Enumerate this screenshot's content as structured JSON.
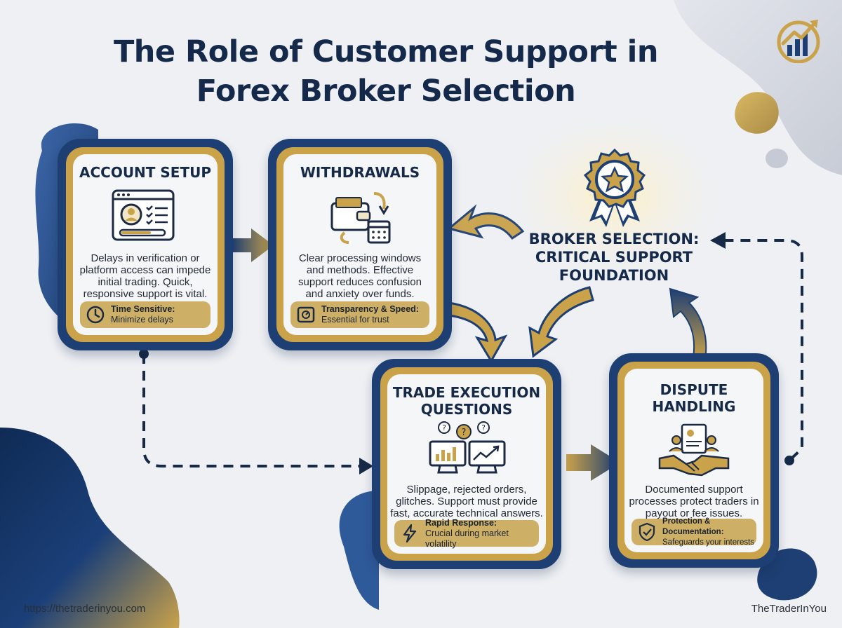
{
  "title": "The Role of Customer Support in Forex Broker Selection",
  "cards": {
    "account_setup": {
      "title": "ACCOUNT SETUP",
      "body": "Delays in verification or platform access can impede initial trading. Quick, responsive support is vital.",
      "badge_title": "Time Sensitive:",
      "badge_sub": "Minimize delays"
    },
    "withdrawals": {
      "title": "WITHDRAWALS",
      "body": "Clear processing windows and methods. Effective support reduces confusion and anxiety over funds.",
      "badge_title": "Transparency & Speed:",
      "badge_sub": "Essential for trust"
    },
    "trade_execution": {
      "title": "TRADE EXECUTION QUESTIONS",
      "body": "Slippage, rejected orders, glitches. Support must provide fast, accurate technical answers.",
      "badge_title": "Rapid Response:",
      "badge_sub": "Crucial during market volatility"
    },
    "dispute_handling": {
      "title": "DISPUTE HANDLING",
      "body": "Documented support processes protect traders in payout or fee issues. Fairness is key.",
      "badge_title": "Protection & Documentation:",
      "badge_sub": "Safeguards your interests"
    }
  },
  "broker": {
    "title": "BROKER SELECTION: CRITICAL SUPPORT FOUNDATION"
  },
  "footer": {
    "url": "https://thetraderinyou.com",
    "brand": "TheTraderInYou"
  },
  "colors": {
    "navy": "#1e3f73",
    "gold": "#c9a24a",
    "background": "#eef0f4"
  }
}
